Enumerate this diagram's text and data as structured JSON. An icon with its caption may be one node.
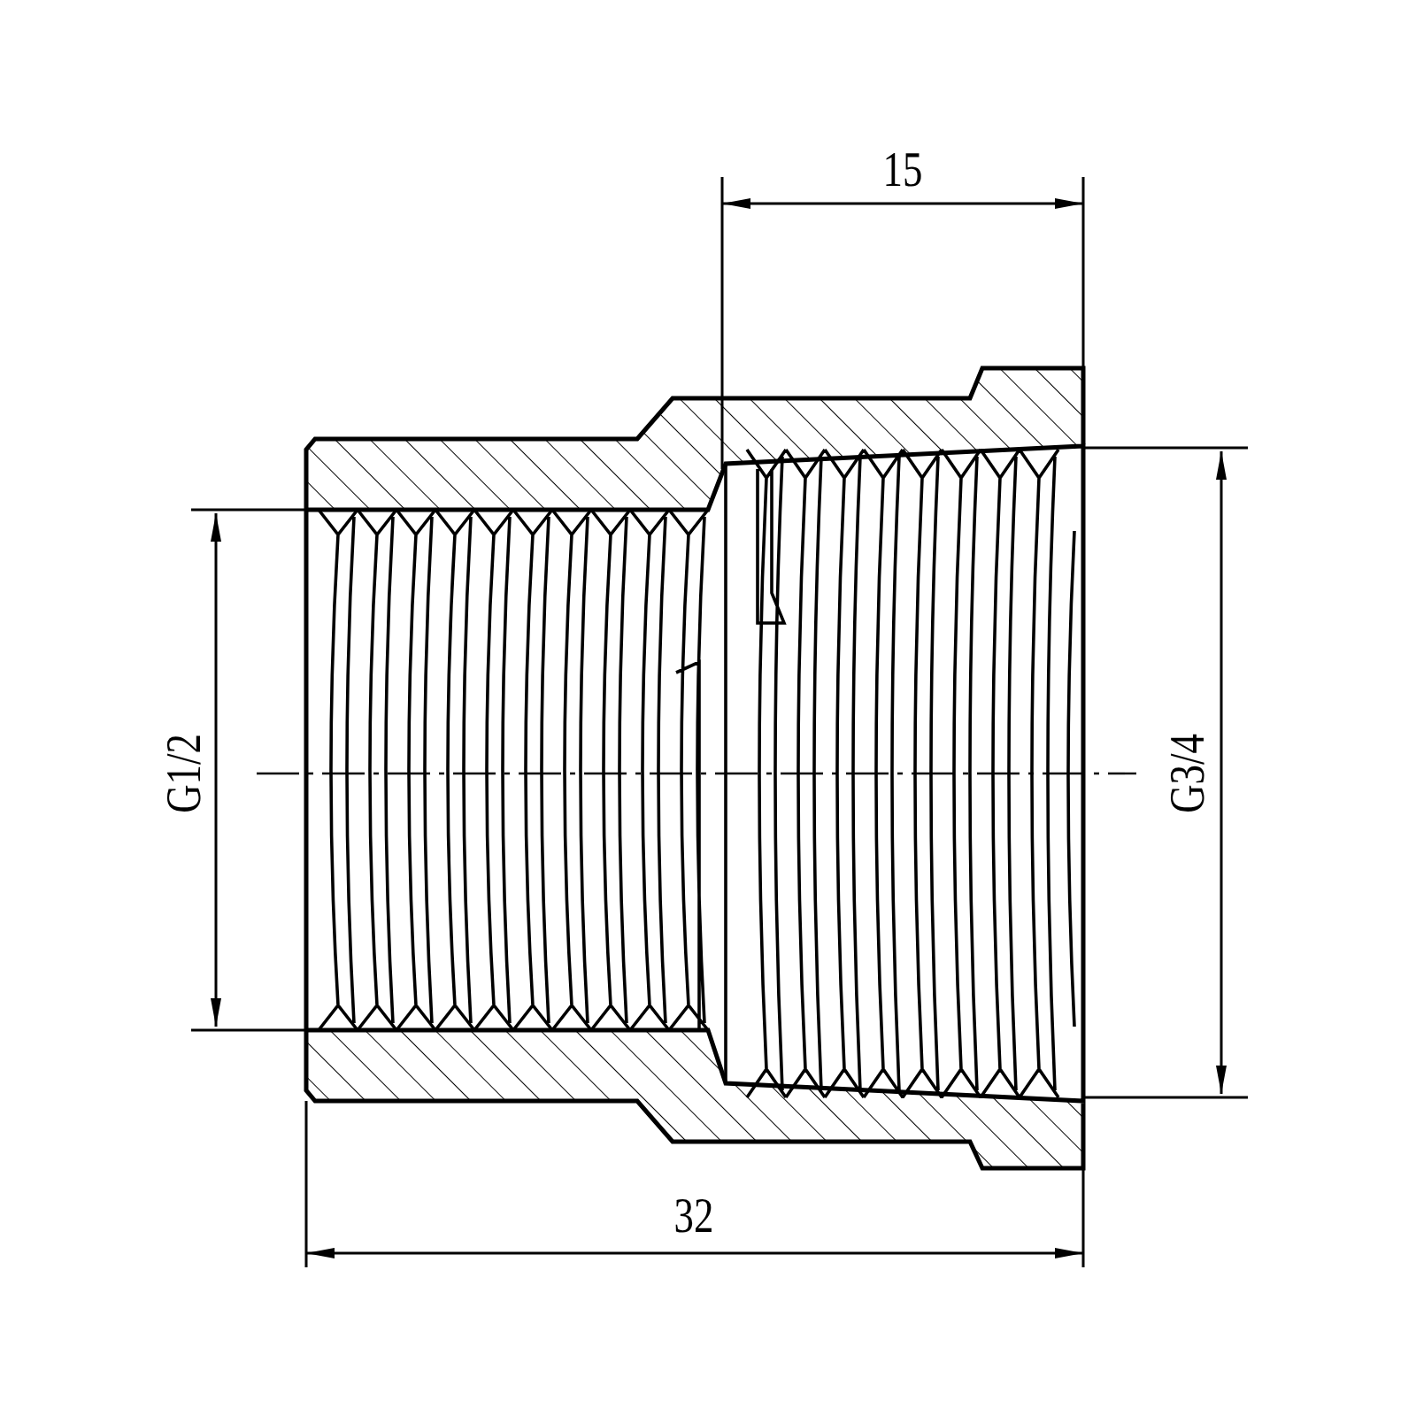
{
  "diagram": {
    "labels": [
      "15",
      "G1/2",
      "G3/4",
      "32"
    ]
  }
}
